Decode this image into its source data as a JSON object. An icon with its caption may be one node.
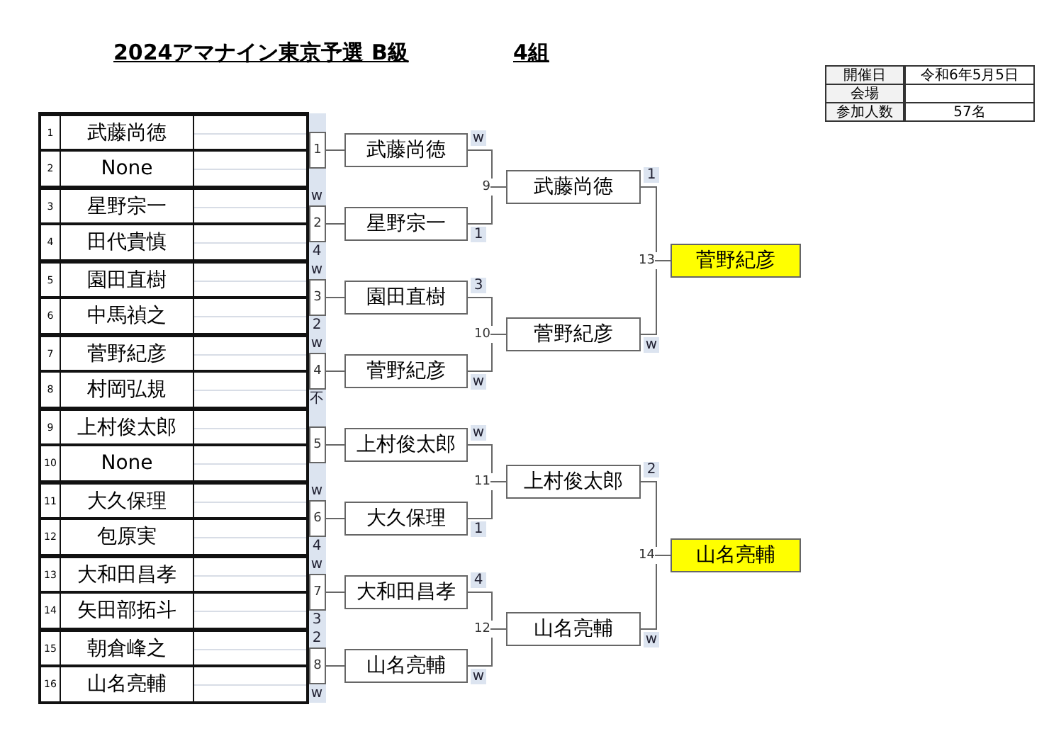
{
  "diagram": {
    "title": "2024アマナイン東京予選 B級",
    "nodes": [
      {
        "text": [
          "武藤尚徳"
        ],
        "beside": [
          "1"
        ]
      },
      {
        "text": [
          "None"
        ],
        "beside": [
          "2"
        ]
      },
      {
        "text": [
          "星野宗一"
        ],
        "beside": [
          "3"
        ]
      },
      {
        "text": [
          "田代貴慎"
        ],
        "beside": [
          "4"
        ]
      },
      {
        "text": [
          "園田直樹"
        ],
        "beside": [
          "5"
        ]
      },
      {
        "text": [
          "中馬禎之"
        ],
        "beside": [
          "6"
        ]
      },
      {
        "text": [
          "菅野紀彦"
        ],
        "beside": [
          "7"
        ]
      },
      {
        "text": [
          "村岡弘規"
        ],
        "beside": [
          "8"
        ]
      },
      {
        "text": [
          "上村俊太郎"
        ],
        "beside": [
          "9"
        ]
      },
      {
        "text": [
          "None"
        ],
        "beside": [
          "10"
        ]
      },
      {
        "text": [
          "大久保理"
        ],
        "beside": [
          "11"
        ]
      },
      {
        "text": [
          "包原実"
        ],
        "beside": [
          "12"
        ]
      },
      {
        "text": [
          "大和田昌孝"
        ],
        "beside": [
          "13"
        ]
      },
      {
        "text": [
          "矢田部拓斗"
        ],
        "beside": [
          "14"
        ]
      },
      {
        "text": [
          "朝倉峰之"
        ],
        "beside": [
          "15"
        ]
      },
      {
        "text": [
          "山名亮輔"
        ],
        "beside": [
          "16"
        ]
      },
      {
        "text": [
          "1"
        ]
      },
      {
        "text": [
          "2"
        ],
        "beside": [
          "w",
          "4"
        ]
      },
      {
        "text": [
          "3"
        ],
        "beside": [
          "w",
          "2"
        ]
      },
      {
        "text": [
          "4"
        ],
        "beside": [
          "w",
          "不"
        ]
      },
      {
        "text": [
          "5"
        ]
      },
      {
        "text": [
          "6"
        ],
        "beside": [
          "w",
          "4"
        ]
      },
      {
        "text": [
          "7"
        ],
        "beside": [
          "w",
          "3"
        ]
      },
      {
        "text": [
          "8"
        ],
        "beside": [
          "2",
          "w"
        ]
      },
      {
        "text": [
          "武藤尚徳"
        ],
        "beside": [
          "w"
        ]
      },
      {
        "text": [
          "星野宗一"
        ],
        "beside": [
          "1"
        ]
      },
      {
        "text": [
          "園田直樹"
        ],
        "beside": [
          "3"
        ]
      },
      {
        "text": [
          "菅野紀彦"
        ],
        "beside": [
          "w"
        ]
      },
      {
        "text": [
          "上村俊太郎"
        ],
        "beside": [
          "w"
        ]
      },
      {
        "text": [
          "大久保理"
        ],
        "beside": [
          "1"
        ]
      },
      {
        "text": [
          "大和田昌孝"
        ],
        "beside": [
          "4"
        ]
      },
      {
        "text": [
          "山名亮輔"
        ],
        "beside": [
          "w"
        ]
      },
      {
        "text": [
          "9"
        ]
      },
      {
        "text": [
          "10"
        ]
      },
      {
        "text": [
          "11"
        ]
      },
      {
        "text": [
          "12"
        ]
      },
      {
        "text": [
          "武藤尚徳"
        ],
        "beside": [
          "1"
        ]
      },
      {
        "text": [
          "菅野紀彦"
        ],
        "beside": [
          "w"
        ]
      },
      {
        "text": [
          "上村俊太郎"
        ],
        "beside": [
          "2"
        ]
      },
      {
        "text": [
          "山名亮輔"
        ],
        "beside": [
          "w"
        ]
      },
      {
        "text": [
          "13"
        ]
      },
      {
        "text": [
          "14"
        ]
      },
      {
        "text": [
          "菅野紀彦"
        ]
      },
      {
        "text": [
          "山名亮輔"
        ]
      }
    ],
    "edges": [
      {
        "from": 16,
        "to": 24,
        "arrow": "none"
      },
      {
        "from": 17,
        "to": 25,
        "arrow": "none"
      },
      {
        "from": 18,
        "to": 26,
        "arrow": "none"
      },
      {
        "from": 19,
        "to": 27,
        "arrow": "none"
      },
      {
        "from": 20,
        "to": 28,
        "arrow": "none"
      },
      {
        "from": 21,
        "to": 29,
        "arrow": "none"
      },
      {
        "from": 22,
        "to": 30,
        "arrow": "none"
      },
      {
        "from": 23,
        "to": 31,
        "arrow": "none"
      },
      {
        "from": 24,
        "to": 32,
        "arrow": "none"
      },
      {
        "from": 25,
        "to": 32,
        "arrow": "none"
      },
      {
        "from": 32,
        "to": 36,
        "arrow": "none"
      },
      {
        "from": 26,
        "to": 33,
        "arrow": "none"
      },
      {
        "from": 27,
        "to": 33,
        "arrow": "none"
      },
      {
        "from": 33,
        "to": 37,
        "arrow": "none"
      },
      {
        "from": 28,
        "to": 34,
        "arrow": "none"
      },
      {
        "from": 29,
        "to": 34,
        "arrow": "none"
      },
      {
        "from": 34,
        "to": 38,
        "arrow": "none"
      },
      {
        "from": 30,
        "to": 35,
        "arrow": "none"
      },
      {
        "from": 31,
        "to": 35,
        "arrow": "none"
      },
      {
        "from": 35,
        "to": 39,
        "arrow": "none"
      },
      {
        "from": 36,
        "to": 40,
        "arrow": "none"
      },
      {
        "from": 37,
        "to": 40,
        "arrow": "none"
      },
      {
        "from": 40,
        "to": 42,
        "arrow": "none"
      },
      {
        "from": 38,
        "to": 41,
        "arrow": "none"
      },
      {
        "from": 39,
        "to": 41,
        "arrow": "none"
      },
      {
        "from": 41,
        "to": 43,
        "arrow": "none"
      }
    ],
    "labels": [
      "4組",
      "開催日",
      "令和6年5月5日",
      "会場",
      "参加人数",
      "57名"
    ]
  }
}
